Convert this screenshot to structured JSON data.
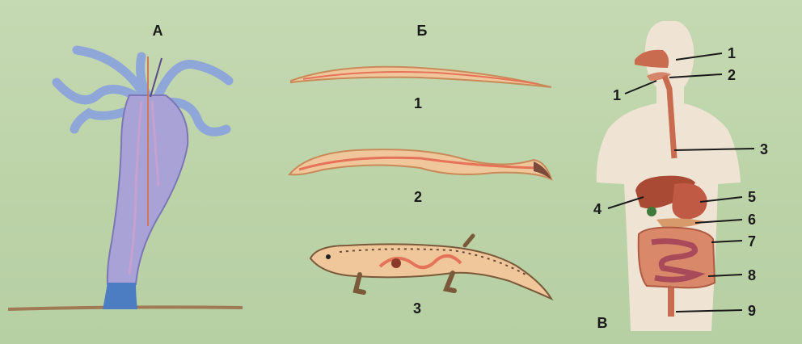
{
  "panels": {
    "a": {
      "letter": "А"
    },
    "b": {
      "letter": "Б",
      "numbers": [
        "1",
        "2",
        "3"
      ]
    },
    "v": {
      "letter": "В"
    }
  },
  "callouts": [
    "1",
    "1",
    "2",
    "3",
    "4",
    "5",
    "6",
    "7",
    "8",
    "9"
  ],
  "colors": {
    "background": "#bfd6ac",
    "hydra_body": "#a8a2d6",
    "hydra_tentacles": "#8fa6d8",
    "worm_body": "#f0c79a",
    "worm_gut": "#e5735a",
    "organ": "#b5553e",
    "silhouette": "#efe3d3"
  }
}
